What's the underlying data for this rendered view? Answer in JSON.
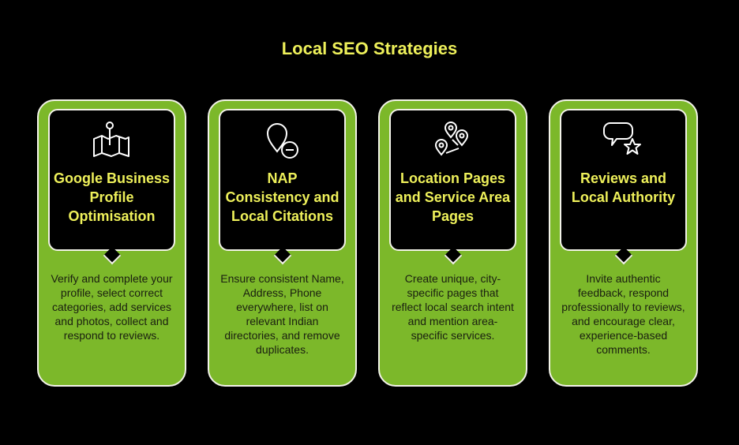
{
  "title": "Local SEO Strategies",
  "colors": {
    "background": "#000000",
    "card": "#7cb82a",
    "heading": "#eef05a",
    "outline": "#f2f2e8",
    "body_text": "#1a1f10"
  },
  "cards": [
    {
      "icon": "map-pin-icon",
      "heading": "Google Business Profile Optimisation",
      "description": "Verify and complete your profile, select correct categories, add services and photos, collect and respond to reviews."
    },
    {
      "icon": "location-minus-icon",
      "heading": "NAP Consistency and Local Citations",
      "description": "Ensure consistent Name, Address, Phone everywhere, list on relevant Indian directories, and remove duplicates."
    },
    {
      "icon": "multiple-locations-icon",
      "heading": "Location Pages and Service Area Pages",
      "description": "Create unique, city-specific pages that reflect local search intent and mention area-specific services."
    },
    {
      "icon": "review-star-icon",
      "heading": "Reviews and Local Authority",
      "description": "Invite authentic feedback, respond professionally to reviews, and encourage clear, experience-based comments."
    }
  ]
}
